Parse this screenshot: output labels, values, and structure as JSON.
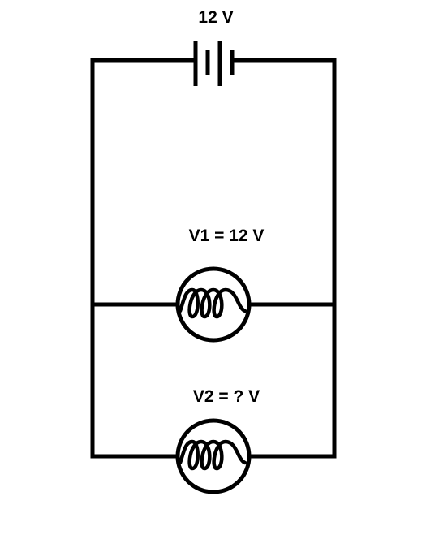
{
  "battery": {
    "label": "12 V"
  },
  "bulbs": [
    {
      "label": "V1 = 12 V"
    },
    {
      "label": "V2 = ? V"
    }
  ]
}
